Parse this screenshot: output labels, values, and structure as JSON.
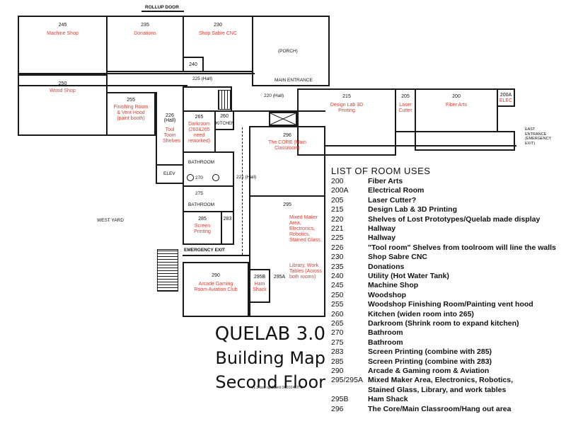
{
  "map": {
    "rollup_door": "ROLLUP DOOR",
    "porch": "(PORCH)",
    "main_entrance": "MAIN ENTRANCE",
    "east_entrance": "EAST\nENTRANCE\n(EMERGENCY\nEXIT)",
    "west_yard": "WEST YARD",
    "emergency_exit": "EMERGENCY EXIT",
    "elev": "ELEV",
    "kitchen": "KITCHEN",
    "bathroom_a": "BATHROOM",
    "bathroom_b": "BATHROOM",
    "rooms": {
      "r245": {
        "num": "245",
        "name": "Machine Shop"
      },
      "r235": {
        "num": "235",
        "name": "Donations"
      },
      "r230": {
        "num": "230",
        "name": "Shop Sabre CNC"
      },
      "r240": {
        "num": "240",
        "name": ""
      },
      "r225": {
        "num": "225 (Hall)",
        "name": ""
      },
      "r250": {
        "num": "250",
        "name": "Wood Shop"
      },
      "r255": {
        "num": "255",
        "name": "Finishing Room & Vent Hood (paint booth)"
      },
      "r226": {
        "num": "226 (Hall)",
        "name": "Tool Toom Shelves"
      },
      "r265": {
        "num": "265",
        "name": "Darkroom (260&265 need reworked)"
      },
      "r260": {
        "num": "260",
        "name": ""
      },
      "r220": {
        "num": "220 (Hall)",
        "name": ""
      },
      "r215": {
        "num": "215",
        "name": "Design Lab 3D Printing"
      },
      "r205": {
        "num": "205",
        "name": "Laser Cutter"
      },
      "r200": {
        "num": "200",
        "name": "Fiber Arts"
      },
      "r200a": {
        "num": "200A",
        "name": "ELEC"
      },
      "r296": {
        "num": "296",
        "name": "The CORE (Main Classroom)"
      },
      "r270": {
        "num": "270",
        "name": ""
      },
      "r221": {
        "num": "221 (Hall)",
        "name": ""
      },
      "r275": {
        "num": "275",
        "name": ""
      },
      "r285": {
        "num": "285",
        "name": "Screen Printing"
      },
      "r283": {
        "num": "283",
        "name": ""
      },
      "r295": {
        "num": "295",
        "name": "Mixed Maker Area, Electronics, Robotics, Stained Glass."
      },
      "r295_lib": {
        "num": "",
        "name": "Library, Work Tables (Across both rooms)"
      },
      "r290": {
        "num": "290",
        "name": "Arcade Gaming Room Aviation Club"
      },
      "r295b": {
        "num": "295B",
        "name": "Ham Shack"
      },
      "r295a": {
        "num": "295A",
        "name": ""
      }
    }
  },
  "legend": {
    "title": "LIST OF ROOM USES",
    "items": [
      {
        "code": "200",
        "desc": "Fiber Arts"
      },
      {
        "code": "200A",
        "desc": "Electrical Room"
      },
      {
        "code": "205",
        "desc": "Laser Cutter?"
      },
      {
        "code": "215",
        "desc": "Design Lab & 3D Printing"
      },
      {
        "code": "220",
        "desc": "Shelves of Lost Prototypes/Quelab made display"
      },
      {
        "code": "221",
        "desc": "Hallway"
      },
      {
        "code": "225",
        "desc": "Hallway"
      },
      {
        "code": "226",
        "desc": "\"Tool room\" Shelves from toolroom will line the walls"
      },
      {
        "code": "230",
        "desc": "Shop Sabre CNC"
      },
      {
        "code": "235",
        "desc": "Donations"
      },
      {
        "code": "240",
        "desc": "Utility (Hot Water Tank)"
      },
      {
        "code": "245",
        "desc": "Machine Shop"
      },
      {
        "code": "250",
        "desc": "Woodshop"
      },
      {
        "code": "255",
        "desc": "Woodshop Finishing Room/Painting vent hood"
      },
      {
        "code": "260",
        "desc": "Kitchen (widen room into 265)"
      },
      {
        "code": "265",
        "desc": "Darkroom (Shrink room to expand kitchen)"
      },
      {
        "code": "270",
        "desc": "Bathroom"
      },
      {
        "code": "275",
        "desc": "Bathroom"
      },
      {
        "code": "283",
        "desc": "Screen Printing (combine with 285)"
      },
      {
        "code": "285",
        "desc": "Screen Printing (combine with 283)"
      },
      {
        "code": "290",
        "desc": "Arcade & Gaming room & Aviation"
      },
      {
        "code": "295/295A",
        "desc": "Mixed Maker Area, Electronics, Robotics,"
      },
      {
        "code": "",
        "desc": "Stained Glass, Library, and work tables"
      },
      {
        "code": "295B",
        "desc": "Ham Shack"
      },
      {
        "code": "296",
        "desc": "The Core/Main Classroom/Hang out area"
      }
    ]
  },
  "title": {
    "line1": "QUELAB 3.0",
    "line2": "Building Map",
    "line3": "Second Floor",
    "version": "v1.3 last updated 062024/JTB"
  }
}
